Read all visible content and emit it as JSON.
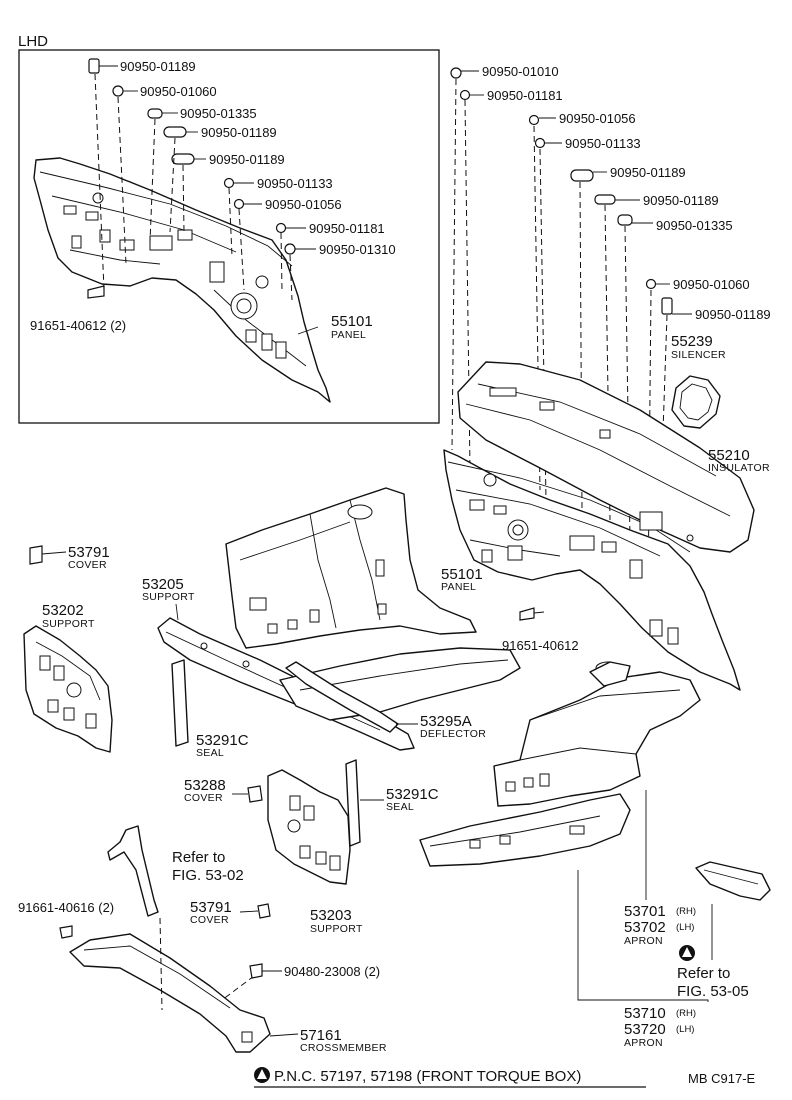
{
  "labels": {
    "lhd": "LHD",
    "lhd_90950_01189_a": "90950-01189",
    "lhd_90950_01060": "90950-01060",
    "lhd_90950_01335": "90950-01335",
    "lhd_90950_01189_b": "90950-01189",
    "lhd_90950_01189_c": "90950-01189",
    "lhd_90950_01133": "90950-01133",
    "lhd_90950_01056": "90950-01056",
    "lhd_90950_01181": "90950-01181",
    "lhd_90950_01310": "90950-01310",
    "lhd_91651_40612": "91651-40612 (2)",
    "lhd_55101": "55101",
    "lhd_panel": "PANEL",
    "r_90950_01010": "90950-01010",
    "r_90950_01181": "90950-01181",
    "r_90950_01056": "90950-01056",
    "r_90950_01133": "90950-01133",
    "r_90950_01189_a": "90950-01189",
    "r_90950_01189_b": "90950-01189",
    "r_90950_01335": "90950-01335",
    "r_90950_01060": "90950-01060",
    "r_90950_01189_c": "90950-01189",
    "p55239": "55239",
    "silencer": "SILENCER",
    "p55210": "55210",
    "insulator": "INSULATOR",
    "p55101": "55101",
    "panel": "PANEL",
    "p91651_40612": "91651-40612",
    "p53791_a": "53791",
    "cover_a": "COVER",
    "p53205": "53205",
    "support_a": "SUPPORT",
    "p53202": "53202",
    "support_b": "SUPPORT",
    "p53295a": "53295A",
    "deflector": "DEFLECTOR",
    "p53291c_a": "53291C",
    "seal_a": "SEAL",
    "p53288": "53288",
    "cover_b": "COVER",
    "p53291c_b": "53291C",
    "seal_b": "SEAL",
    "refer_to_a": "Refer to",
    "fig_53_02": "FIG. 53-02",
    "p91661_40616": "91661-40616 (2)",
    "p53791_b": "53791",
    "cover_c": "COVER",
    "p53203": "53203",
    "support_c": "SUPPORT",
    "p53701": "53701",
    "rh_a": "(RH)",
    "p53702": "53702",
    "lh_a": "(LH)",
    "apron_a": "APRON",
    "refer_to_b": "Refer to",
    "fig_53_05": "FIG. 53-05",
    "p90480_23008": "90480-23008 (2)",
    "p53710": "53710",
    "rh_b": "(RH)",
    "p53720": "53720",
    "lh_b": "(LH)",
    "apron_b": "APRON",
    "p57161": "57161",
    "crossmember": "CROSSMEMBER",
    "footer_pnc": "P.N.C. 57197, 57198 (FRONT TORQUE BOX)",
    "footer_code": "MB  C917-E"
  }
}
